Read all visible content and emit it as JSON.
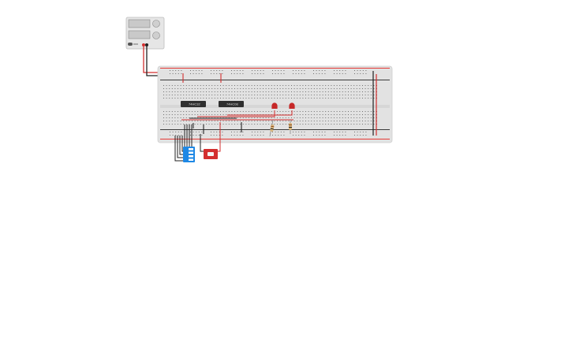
{
  "canvas": {
    "background": "#ffffff"
  },
  "power_supply": {
    "name": "dc-power-supply",
    "body_color": "#e6e6e6",
    "display_color": "#c9c9c9"
  },
  "breadboard": {
    "name": "full-breadboard",
    "body_color": "#e2e2e2",
    "rail_red": "#e53935",
    "rail_dark": "#333333",
    "hole_color": "#707070"
  },
  "chips": [
    {
      "id": "u1",
      "label": "74HC32"
    },
    {
      "id": "u2",
      "label": "74HC08"
    }
  ],
  "leds": [
    {
      "id": "led1",
      "color": "#c62828"
    },
    {
      "id": "led2",
      "color": "#c62828"
    }
  ],
  "resistors": [
    {
      "id": "r1"
    },
    {
      "id": "r2"
    }
  ],
  "dip_switch": {
    "name": "dip-switch",
    "color": "#1e88e5",
    "positions": 4
  },
  "push_button": {
    "name": "push-button",
    "color": "#d32f2f"
  },
  "wire_colors": {
    "red": "#d32f2f",
    "black": "#222222"
  }
}
